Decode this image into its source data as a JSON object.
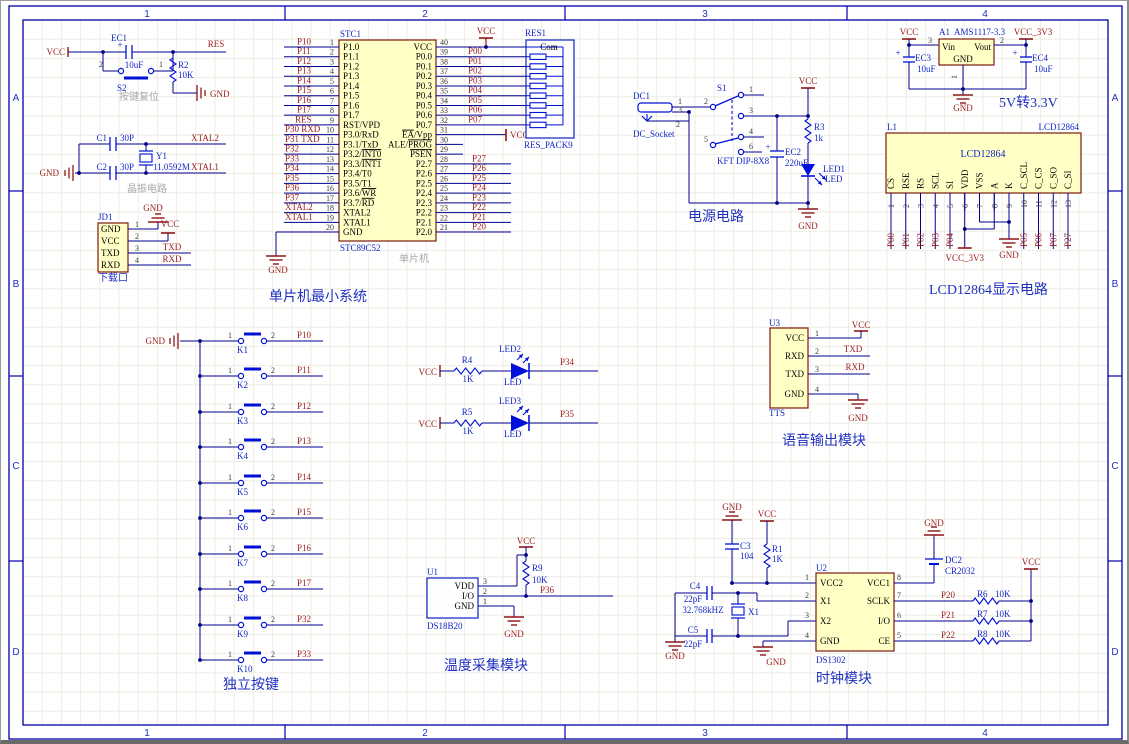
{
  "sheet": {
    "cols": [
      "1",
      "2",
      "3",
      "4"
    ],
    "rows": [
      "A",
      "B",
      "C",
      "D"
    ]
  },
  "sym": {
    "plus": "+"
  },
  "reset": {
    "cap_des": "EC1",
    "cap_val": "10uF",
    "pin2": "2",
    "pin1": "1",
    "sw": "S2",
    "res": "R2",
    "res_val": "10K",
    "net_vcc": "VCC",
    "net_res": "RES",
    "net_gnd": "GND",
    "caption": "按键复位"
  },
  "xtal": {
    "c1": "C1",
    "c1_val": "30P",
    "c2": "C2",
    "c2_val": "30P",
    "y1": "Y1",
    "y1_val": "11.0592M",
    "net_gnd": "GND",
    "net_xtal2": "XTAL2",
    "net_xtal1": "XTAL1",
    "caption": "晶振电路"
  },
  "jd": {
    "des": "JD1",
    "pins": [
      {
        "num": "1",
        "name": "GND"
      },
      {
        "num": "2",
        "name": "VCC"
      },
      {
        "num": "3",
        "name": "TXD"
      },
      {
        "num": "4",
        "name": "RXD"
      }
    ],
    "net_gnd": "GND",
    "net_vcc": "VCC",
    "net_txd": "TXD",
    "net_rxd": "RXD",
    "caption": "下载口"
  },
  "mcu": {
    "des": "STC1",
    "part": "STC89C52",
    "tag": "单片机",
    "caption": "单片机最小系统",
    "vcc_top": "VCC",
    "vcc_ea": "VCC",
    "gnd": "GND",
    "left": [
      {
        "num": "1",
        "pre": "P1.0",
        "net": "P10"
      },
      {
        "num": "2",
        "pre": "P1.1",
        "net": "P11"
      },
      {
        "num": "3",
        "pre": "P1.2",
        "net": "P12"
      },
      {
        "num": "4",
        "pre": "P1.3",
        "net": "P13"
      },
      {
        "num": "5",
        "pre": "P1.4",
        "net": "P14"
      },
      {
        "num": "6",
        "pre": "P1.5",
        "net": "P15"
      },
      {
        "num": "7",
        "pre": "P1.6",
        "net": "P16"
      },
      {
        "num": "8",
        "pre": "P1.7",
        "net": "P17"
      },
      {
        "num": "9",
        "pre": "RST/VPD",
        "net": "RES"
      },
      {
        "num": "10",
        "pre": "P3.0/RxD",
        "net": "P30  RXD"
      },
      {
        "num": "11",
        "pre": "P3.1/TxD",
        "net": "P31  TXD"
      },
      {
        "num": "12",
        "pre": "P3.2/",
        "ol": "INT0",
        "net": "P32"
      },
      {
        "num": "13",
        "pre": "P3.3/",
        "ol": "INT1",
        "net": "P33"
      },
      {
        "num": "14",
        "pre": "P3.4/T0",
        "net": "P34"
      },
      {
        "num": "15",
        "pre": "P3.5/T1",
        "net": "P35"
      },
      {
        "num": "16",
        "pre": "P3.6/",
        "ol": "WR",
        "net": "P36"
      },
      {
        "num": "17",
        "pre": "P3.7/",
        "ol": "RD",
        "net": "P37"
      },
      {
        "num": "18",
        "pre": "XTAL2",
        "net": "XTAL2"
      },
      {
        "num": "19",
        "pre": "XTAL1",
        "net": "XTAL1"
      },
      {
        "num": "20",
        "pre": "GND",
        "wx": 275
      }
    ],
    "right": [
      {
        "num": "40",
        "pre": "VCC",
        "wx": 525
      },
      {
        "num": "39",
        "pre": "P0.0",
        "net": "P00",
        "wx": 525
      },
      {
        "num": "38",
        "pre": "P0.1",
        "net": "P01",
        "wx": 525
      },
      {
        "num": "37",
        "pre": "P0.2",
        "net": "P02",
        "wx": 525
      },
      {
        "num": "36",
        "pre": "P0.3",
        "net": "P03",
        "wx": 525
      },
      {
        "num": "35",
        "pre": "P0.4",
        "net": "P04",
        "wx": 525
      },
      {
        "num": "34",
        "pre": "P0.5",
        "net": "P05",
        "wx": 525
      },
      {
        "num": "33",
        "pre": "P0.6",
        "net": "P06",
        "wx": 525
      },
      {
        "num": "32",
        "pre": "P0.7",
        "net": "P07",
        "wx": 525
      },
      {
        "num": "31",
        "ol": "EA",
        "post": "/Vpp",
        "wx": 505
      },
      {
        "num": "30",
        "pre": "ALE/",
        "ol": "PROG",
        "wx": 462
      },
      {
        "num": "29",
        "ol": "PSEN",
        "wx": 462
      },
      {
        "num": "28",
        "pre": "P2.7",
        "net": "P27"
      },
      {
        "num": "27",
        "pre": "P2.6",
        "net": "P26"
      },
      {
        "num": "26",
        "pre": "P2.5",
        "net": "P25"
      },
      {
        "num": "25",
        "pre": "P2.4",
        "net": "P24"
      },
      {
        "num": "24",
        "pre": "P2.3",
        "net": "P23"
      },
      {
        "num": "23",
        "pre": "P2.2",
        "net": "P22"
      },
      {
        "num": "22",
        "pre": "P2.1",
        "net": "P21"
      },
      {
        "num": "21",
        "pre": "P2.0",
        "net": "P20"
      }
    ]
  },
  "rp": {
    "des": "RES1",
    "com": "Com",
    "part": "RES_PACK9"
  },
  "pwr": {
    "dc_des": "DC1",
    "dc_part": "DC_Socket",
    "dc_pins": [
      "1",
      "3",
      "2"
    ],
    "sw_des": "S1",
    "sw_part": "KFT DIP-8X8",
    "sw_pins": [
      "2",
      "1",
      "3",
      "5",
      "4",
      "6"
    ],
    "cap_des": "EC2",
    "cap_val": "220uF",
    "res": "R3",
    "res_val": "1k",
    "led_des": "LED1",
    "led_part": "LED",
    "net_vcc": "VCC",
    "net_gnd": "GND",
    "caption": "电源电路"
  },
  "reg": {
    "des": "A1",
    "part": "AMS1117-3.3",
    "vin": "Vin",
    "vout": "Vout",
    "gnd": "GND",
    "pin3": "3",
    "pin2": "2",
    "pin1": "1",
    "c_in": "EC3",
    "c_in_val": "10uF",
    "c_out": "EC4",
    "c_out_val": "10uF",
    "net_vcc": "VCC",
    "net_33": "VCC_3V3",
    "net_gnd": "GND",
    "caption": "5V转3.3V"
  },
  "lcd": {
    "des": "L1",
    "part": "LCD12864",
    "title": "LCD12864",
    "net_vcc": "VCC_3V3",
    "net_gnd": "GND",
    "caption": "LCD12864显示电路",
    "pins": [
      {
        "num": "1",
        "name": "CS",
        "net": "P00"
      },
      {
        "num": "2",
        "name": "RSE",
        "net": "P01"
      },
      {
        "num": "3",
        "name": "RS",
        "net": "P02"
      },
      {
        "num": "4",
        "name": "SCL",
        "net": "P03"
      },
      {
        "num": "5",
        "name": "SI",
        "net": "P04"
      },
      {
        "num": "6",
        "name": "VDD"
      },
      {
        "num": "7",
        "name": "VSS"
      },
      {
        "num": "8",
        "name": "A"
      },
      {
        "num": "9",
        "name": "K"
      },
      {
        "num": "10",
        "name": "C_SCL",
        "net": "P05"
      },
      {
        "num": "11",
        "name": "C_CS",
        "net": "P06"
      },
      {
        "num": "12",
        "name": "C_SO",
        "net": "P07"
      },
      {
        "num": "13",
        "name": "C_SI",
        "net": "P27"
      }
    ]
  },
  "keys": {
    "net_gnd": "GND",
    "pin1": "1",
    "pin2": "2",
    "caption": "独立按键",
    "items": [
      {
        "des": "K1",
        "net": "P10"
      },
      {
        "des": "K2",
        "net": "P11"
      },
      {
        "des": "K3",
        "net": "P12"
      },
      {
        "des": "K4",
        "net": "P13"
      },
      {
        "des": "K5",
        "net": "P14"
      },
      {
        "des": "K6",
        "net": "P15"
      },
      {
        "des": "K7",
        "net": "P16"
      },
      {
        "des": "K8",
        "net": "P17"
      },
      {
        "des": "K9",
        "net": "P32"
      },
      {
        "des": "K10",
        "net": "P33"
      }
    ]
  },
  "leds": {
    "net_vcc": "VCC",
    "rows": [
      {
        "res": "R4",
        "val": "1K",
        "des": "LED2",
        "part": "LED",
        "net": "P34"
      },
      {
        "res": "R5",
        "val": "1K",
        "des": "LED3",
        "part": "LED",
        "net": "P35"
      }
    ]
  },
  "tts": {
    "des": "U3",
    "part": "TTS",
    "pins": [
      {
        "num": "1",
        "name": "VCC"
      },
      {
        "num": "2",
        "name": "RXD"
      },
      {
        "num": "3",
        "name": "TXD"
      },
      {
        "num": "4",
        "name": "GND"
      }
    ],
    "net_vcc": "VCC",
    "net_txd": "TXD",
    "net_rxd": "RXD",
    "net_gnd": "GND",
    "caption": "语音输出模块"
  },
  "temp": {
    "des": "U1",
    "part": "DS18B20",
    "pins": [
      {
        "num": "3",
        "name": "VDD"
      },
      {
        "num": "2",
        "name": "I/O"
      },
      {
        "num": "1",
        "name": "GND"
      }
    ],
    "res": "R9",
    "res_val": "10K",
    "net_vcc": "VCC",
    "net_p36": "P36",
    "net_gnd": "GND",
    "caption": "温度采集模块"
  },
  "clk": {
    "des": "U2",
    "part": "DS1302",
    "caption": "时钟模块",
    "net_gnd": "GND",
    "net_vcc": "VCC",
    "left": [
      {
        "num": "1",
        "name": "VCC2"
      },
      {
        "num": "2",
        "name": "X1"
      },
      {
        "num": "3",
        "name": "X2"
      },
      {
        "num": "4",
        "name": "GND"
      }
    ],
    "right": [
      {
        "num": "8",
        "name": "VCC1"
      },
      {
        "num": "7",
        "name": "SCLK"
      },
      {
        "num": "6",
        "name": "I/O"
      },
      {
        "num": "5",
        "name": "CE"
      }
    ],
    "c3": "C3",
    "c3_val": "104",
    "r1": "R1",
    "r1_val": "1K",
    "c4": "C4",
    "c4_val": "22pF",
    "c5": "C5",
    "c5_val": "22pF",
    "x1": "X1",
    "x1_val": "32.768kHZ",
    "bat_des": "DC2",
    "bat_part": "CR2032",
    "pull": [
      {
        "net": "P20",
        "res": "R6",
        "val": "10K"
      },
      {
        "net": "P21",
        "res": "R7",
        "val": "10K"
      },
      {
        "net": "P22",
        "res": "R8",
        "val": "10K"
      }
    ]
  }
}
